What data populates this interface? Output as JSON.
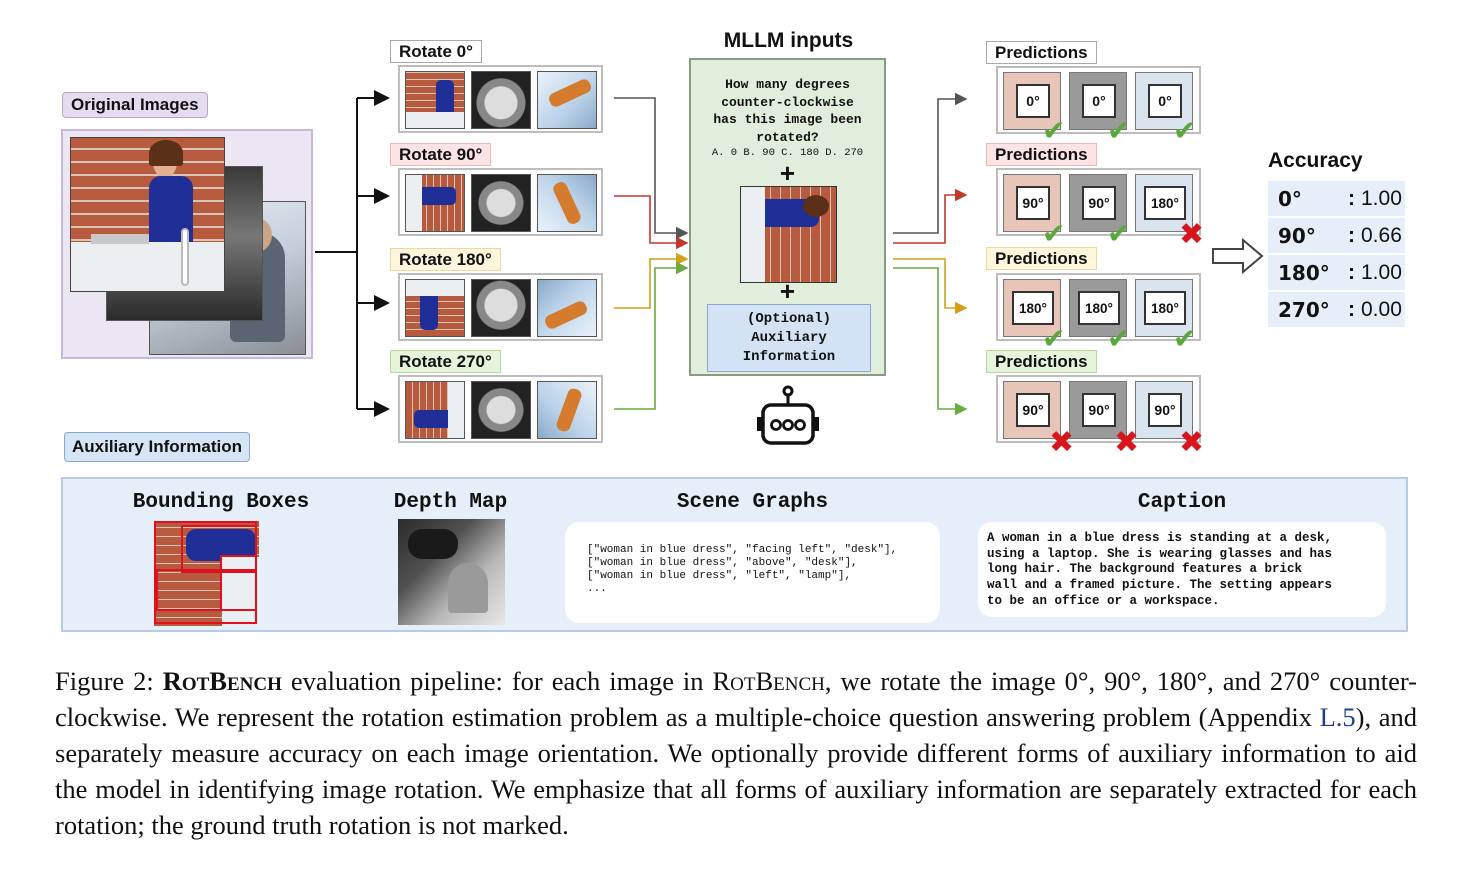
{
  "original_images": {
    "label": "Original Images"
  },
  "rotations": [
    {
      "label": "Rotate 0°",
      "color": "#8a8a8a",
      "bg": "#ffffff"
    },
    {
      "label": "Rotate 90°",
      "color": "#c0392b",
      "bg": "#fce4e4"
    },
    {
      "label": "Rotate 180°",
      "color": "#d4a017",
      "bg": "#fdf5dc"
    },
    {
      "label": "Rotate 270°",
      "color": "#6aaa40",
      "bg": "#e6f4dc"
    }
  ],
  "mllm": {
    "title": "MLLM inputs",
    "question_lines": [
      "How many degrees",
      "counter-clockwise",
      "has this image been",
      "rotated?"
    ],
    "choices": "A. 0 B. 90 C. 180 D. 270",
    "plus": "+",
    "optional_lines": [
      "(Optional)",
      "Auxiliary",
      "Information"
    ]
  },
  "predictions_label": "Predictions",
  "predictions": [
    {
      "values": [
        "0°",
        "0°",
        "0°"
      ],
      "correct": [
        true,
        true,
        true
      ]
    },
    {
      "values": [
        "90°",
        "90°",
        "180°"
      ],
      "correct": [
        true,
        true,
        false
      ]
    },
    {
      "values": [
        "180°",
        "180°",
        "180°"
      ],
      "correct": [
        true,
        true,
        true
      ]
    },
    {
      "values": [
        "90°",
        "90°",
        "90°"
      ],
      "correct": [
        false,
        false,
        false
      ]
    }
  ],
  "accuracy": {
    "title": "Accuracy",
    "rows": [
      {
        "label": "0°",
        "sep": ":",
        "value": "1.00"
      },
      {
        "label": "90°",
        "sep": ":",
        "value": "0.66"
      },
      {
        "label": "180°",
        "sep": ":",
        "value": "1.00"
      },
      {
        "label": "270°",
        "sep": ":",
        "value": "0.00"
      }
    ]
  },
  "auxiliary": {
    "label": "Auxiliary Information",
    "bounding_boxes_title": "Bounding Boxes",
    "depth_map_title": "Depth Map",
    "scene_graphs_title": "Scene Graphs",
    "scene_graph_lines": [
      "[\"woman in blue dress\", \"facing left\", \"desk\"],",
      "[\"woman in blue dress\", \"above\", \"desk\"],",
      "[\"woman in blue dress\", \"left\", \"lamp\"],",
      "..."
    ],
    "caption_title": "Caption",
    "caption_lines": [
      "A woman in a blue dress is standing at a desk,",
      "using a laptop. She is wearing glasses and has",
      "long hair. The background features a brick",
      "wall and a framed picture. The setting appears",
      "to be an office or a workspace."
    ]
  },
  "figure_caption": {
    "prefix": "Figure 2: ",
    "bold_name": "RotBench",
    "part1": " evaluation pipeline: for each image in ",
    "name": "RotBench",
    "part2": ", we rotate the image 0°, 90°, 180°, and 270° counter-clockwise. We represent the rotation estimation problem as a multiple-choice question answering problem (Appendix ",
    "link": "L.5",
    "part3": "), and separately measure accuracy on each image orientation. We optionally provide different forms of auxiliary information to aid the model in identifying image rotation. We emphasize that all forms of auxiliary information are separately extracted for each rotation; the ground truth rotation is not marked."
  }
}
